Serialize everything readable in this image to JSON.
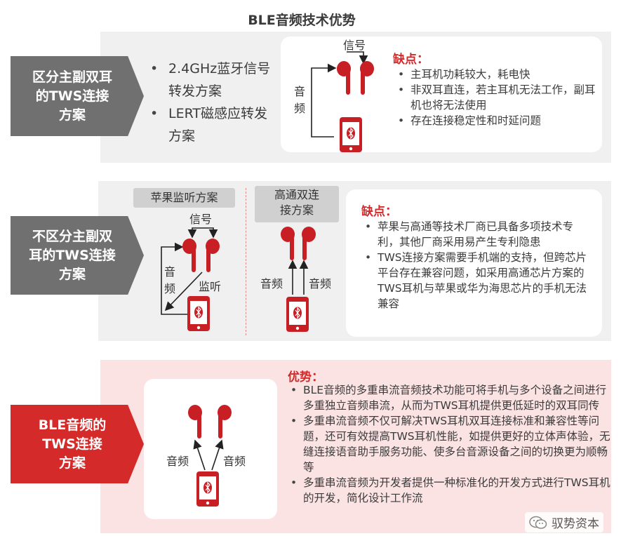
{
  "title": "BLE音频技术优势",
  "sections": [
    {
      "label": "区分主副双耳\n的TWS连接\n方案",
      "methods": [
        "2.4GHz蓝牙信号转发方案",
        "LERT磁感应转发方案"
      ],
      "diagram": {
        "signal_label": "信号",
        "audio_label": "音频"
      },
      "cons_title": "缺点：",
      "cons": [
        "主耳机功耗较大，耗电快",
        "非双耳直连，若主耳机无法工作，副耳机也将无法使用",
        "存在连接稳定性和时延问题"
      ]
    },
    {
      "label": "不区分主副双\n耳的TWS连接\n方案",
      "apple": {
        "title": "苹果监听方案",
        "signal_label": "信号",
        "audio_label": "音频",
        "monitor_label": "监听"
      },
      "qualcomm": {
        "title": "高通双连\n接方案",
        "audio_left": "音频",
        "audio_right": "音频"
      },
      "cons_title": "缺点：",
      "cons": [
        "苹果与高通等技术厂商已具备多项技术专利，其他厂商采用易产生专利隐患",
        "TWS连接方案需要手机端的支持，但跨芯片平台存在兼容问题，如采用高通芯片方案的TWS耳机与苹果或华为海思芯片的手机无法兼容"
      ]
    },
    {
      "label": "BLE音频的\nTWS连接\n方案",
      "diagram": {
        "audio_left": "音频",
        "audio_right": "音频"
      },
      "pros_title": "优势：",
      "pros": [
        "BLE音频的多重串流音频技术功能可将手机与多个设备之间进行多重独立音频串流，从而为TWS耳机提供更低延时的双耳同传",
        "多重串流音频不仅可解决TWS耳机双耳连接标准和兼容性等问题，还可有效提高TWS耳机性能，如提供更好的立体声体验，无缝连接语音助手服务功能、使多台音源设备之间的切换更为顺畅等",
        "多重串流音频为开发者提供一种标准化的开发方式进行TWS耳机的开发，简化设计工作流"
      ]
    }
  ],
  "watermark": "驭势资本",
  "colors": {
    "accent_red": "#d42a2a",
    "label_gray": "#707070",
    "band_gray": "#f0f0f0",
    "band_pink": "#fbe3e3"
  },
  "icons": [
    "earbud-icon",
    "phone-icon",
    "bluetooth-icon",
    "wechat-icon"
  ]
}
